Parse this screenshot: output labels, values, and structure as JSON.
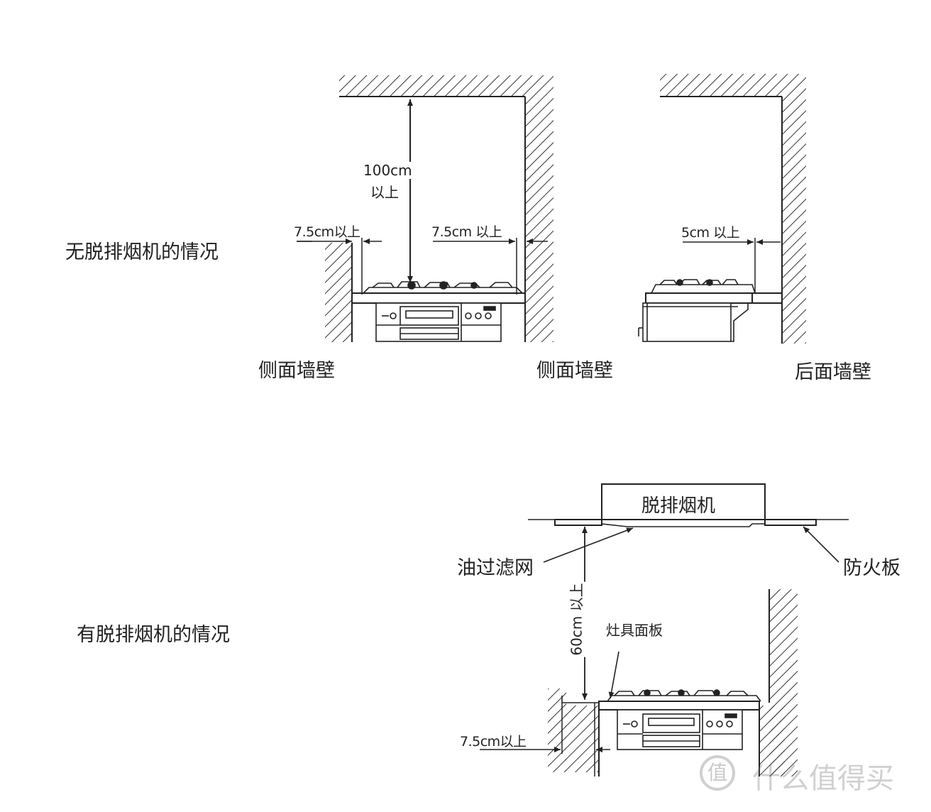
{
  "labels": {
    "no_hood_case": "无脱排烟机的情况",
    "with_hood_case": "有脱排烟机的情况",
    "side_wall_left": "侧面墙壁",
    "side_wall_right": "侧面墙壁",
    "rear_wall": "后面墙壁",
    "dim_100_value": "100cm",
    "dim_100_suffix": "以上",
    "dim_75_left": "7.5cm以上",
    "dim_75_right": "7.5cm 以上",
    "dim_5": "5cm 以上",
    "hood": "脱排烟机",
    "oil_filter": "油过滤网",
    "fire_board": "防火板",
    "dim_60": "60cm 以上",
    "stove_panel": "灶具面板",
    "dim_75_bottom": "7.5cm以上"
  },
  "watermark": {
    "icon_char": "值",
    "text": "什么值得买"
  }
}
